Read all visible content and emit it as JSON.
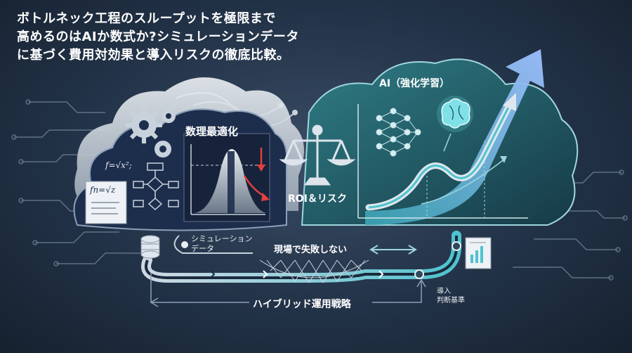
{
  "title_lines": [
    "ボトルネック工程のスループットを極限まで",
    "高めるのはAIか数式か?シミュレーションデータ",
    "に基づく費用対効果と導入リスクの徹底比較。"
  ],
  "left_panel": {
    "label": "数理最適化",
    "formula_top": "f=√x²;",
    "formula_doc": "fn=√z"
  },
  "center": {
    "label": "ROI＆リスク"
  },
  "right_panel": {
    "label": "AI（強化学習）"
  },
  "bottom": {
    "sim_data_line1": "シミュレーション",
    "sim_data_line2": "データ",
    "net_label": "現場で失敗しない",
    "strategy_label": "ハイブリッド運用戦略",
    "criteria_line1": "導入",
    "criteria_line2": "判断基準"
  },
  "colors": {
    "background": "#223247",
    "left_cloud": "#1d2d4c",
    "right_cloud": "#1b4a55",
    "accent_cyan": "#5fd0d8",
    "accent_red": "#e04040",
    "silver": "#c8d2dc"
  }
}
